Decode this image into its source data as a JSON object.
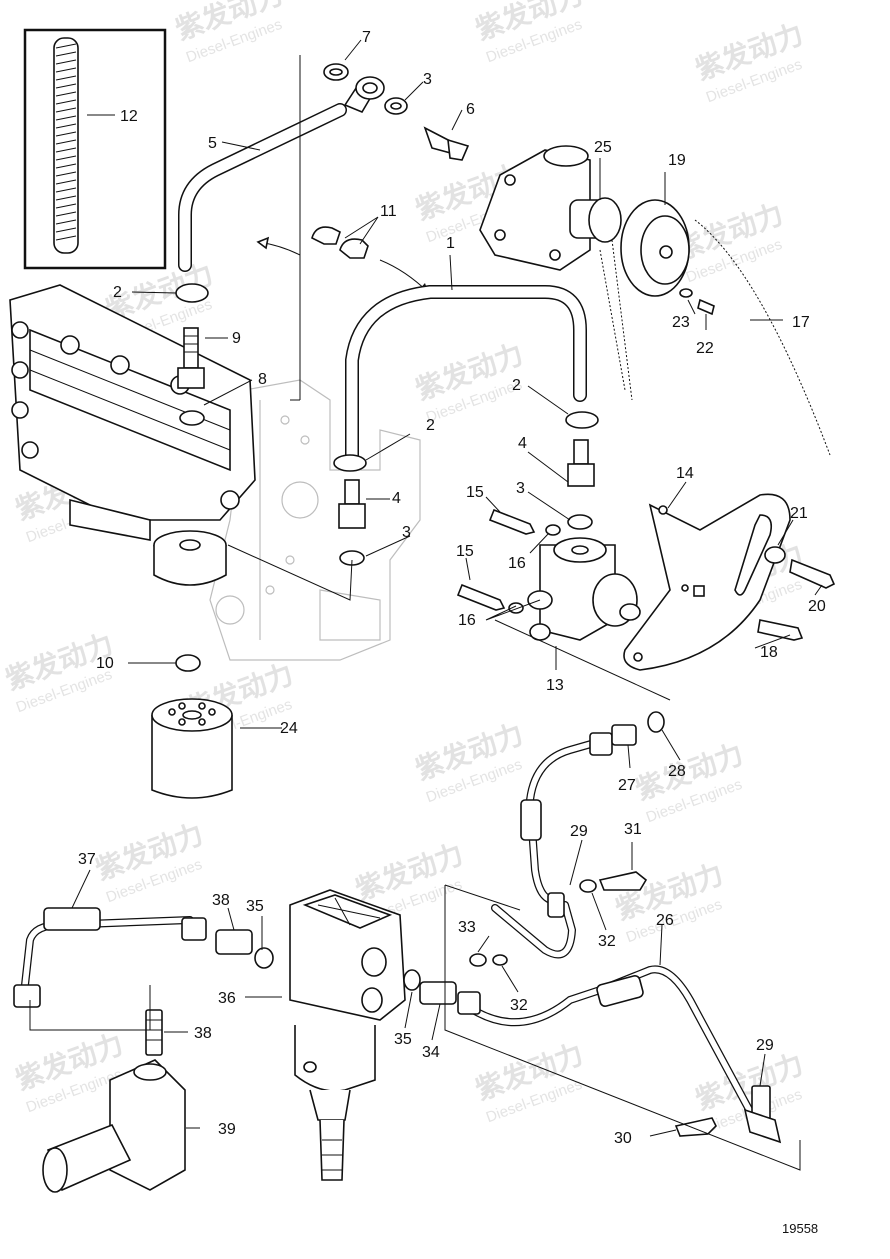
{
  "watermark": {
    "cn": "紫发动力",
    "en": "Diesel-Engines"
  },
  "figure_number": "19558",
  "callouts": [
    "1",
    "2",
    "3",
    "4",
    "5",
    "6",
    "7",
    "8",
    "9",
    "10",
    "11",
    "12",
    "13",
    "14",
    "15",
    "16",
    "17",
    "18",
    "19",
    "20",
    "21",
    "22",
    "23",
    "24",
    "25",
    "26",
    "27",
    "28",
    "29",
    "30",
    "31",
    "32",
    "33",
    "34",
    "35",
    "36",
    "37",
    "38",
    "39"
  ]
}
